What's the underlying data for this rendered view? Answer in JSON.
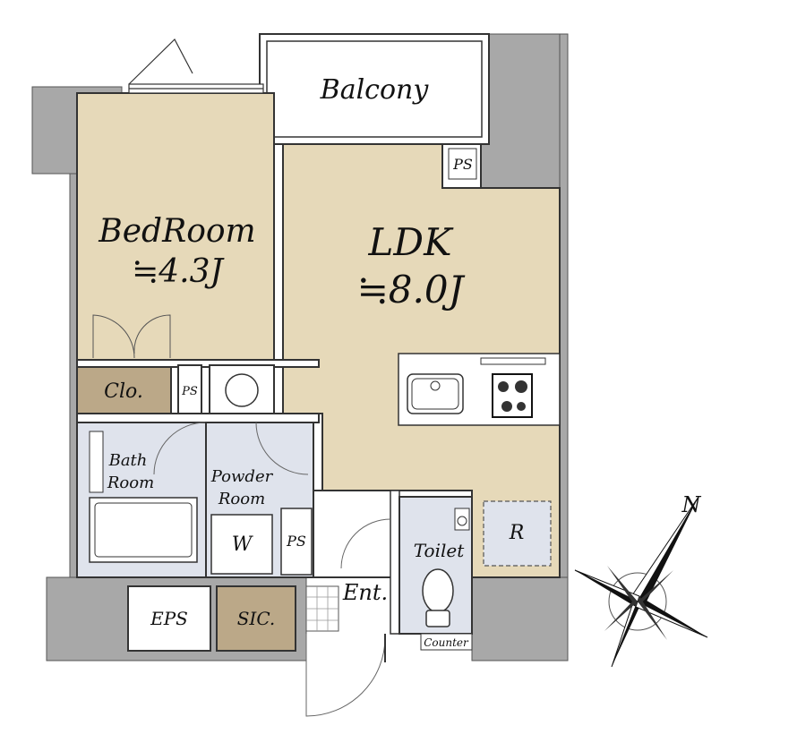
{
  "rooms": {
    "balcony": "Balcony",
    "bedroom_name": "BedRoom",
    "bedroom_size": "≒4.3J",
    "ldk_name": "LDK",
    "ldk_size": "≒8.0J",
    "closet": "Clo.",
    "ps_top": "PS",
    "ps_closet": "PS",
    "ps_powder": "PS",
    "bath_line1": "Bath",
    "bath_line2": "Room",
    "powder_line1": "Powder",
    "powder_line2": "Room",
    "washer": "W",
    "toilet": "Toilet",
    "refrigerator": "R",
    "entrance": "Ent.",
    "eps": "EPS",
    "sic": "SIC.",
    "counter": "Counter"
  },
  "compass": {
    "north_label": "N"
  },
  "colors": {
    "floor_wood": "#e6d9b9",
    "floor_wet": "#dfe3ec",
    "storage": "#bba888",
    "structure": "#a8a8a8",
    "wall_line": "#333333"
  }
}
